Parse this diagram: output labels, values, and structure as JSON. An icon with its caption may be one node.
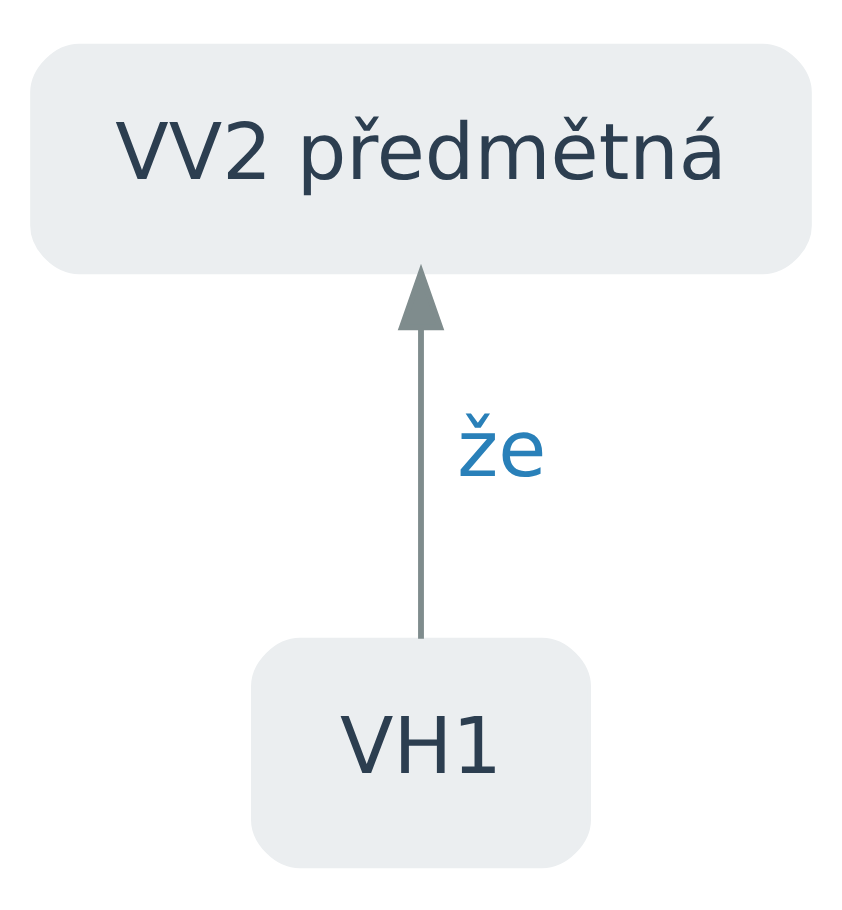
{
  "diagram": {
    "nodes": [
      {
        "text": [
          "VV2 předmětná"
        ]
      },
      {
        "text": [
          "VH1"
        ]
      }
    ],
    "edges": [
      {
        "from": 1,
        "to": 0,
        "arrow": "to",
        "label": "že"
      }
    ]
  }
}
